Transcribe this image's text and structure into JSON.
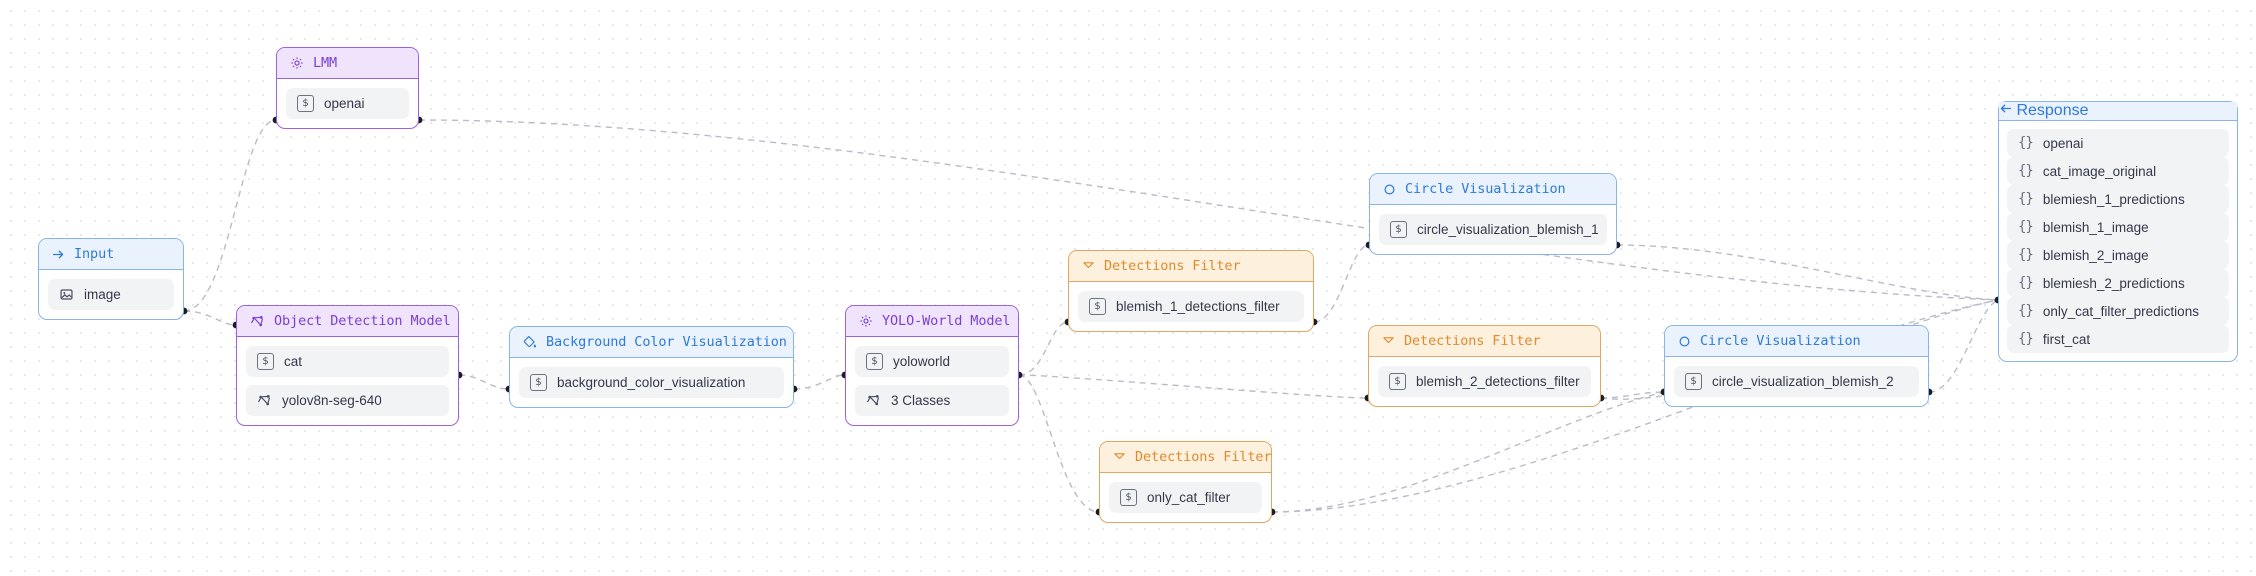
{
  "canvas": {
    "title": "workflow-builder-canvas"
  },
  "nodes": [
    {
      "id": "input",
      "title": "Input",
      "icon": "arrow-right-icon",
      "color": "blue",
      "rows": [
        {
          "label": "image",
          "icon": "image-icon"
        }
      ]
    },
    {
      "id": "lmm",
      "title": "LMM",
      "icon": "gear-icon",
      "color": "purple",
      "rows": [
        {
          "label": "openai",
          "icon": "value-badge-icon"
        }
      ]
    },
    {
      "id": "object_detection",
      "title": "Object Detection Model",
      "icon": "model-graph-icon",
      "color": "purple",
      "rows": [
        {
          "label": "cat",
          "icon": "value-badge-icon"
        },
        {
          "label": "yolov8n-seg-640",
          "icon": "model-graph-icon"
        }
      ]
    },
    {
      "id": "background_color",
      "title": "Background Color Visualization",
      "icon": "paint-icon",
      "color": "blue",
      "rows": [
        {
          "label": "background_color_visualization",
          "icon": "value-badge-icon"
        }
      ]
    },
    {
      "id": "yolo_world",
      "title": "YOLO-World Model",
      "icon": "gear-icon",
      "color": "purple",
      "rows": [
        {
          "label": "yoloworld",
          "icon": "value-badge-icon"
        },
        {
          "label": "3 Classes",
          "icon": "model-graph-icon"
        }
      ]
    },
    {
      "id": "filter_blemish_1",
      "title": "Detections Filter",
      "icon": "funnel-icon",
      "color": "orange",
      "rows": [
        {
          "label": "blemish_1_detections_filter",
          "icon": "value-badge-icon"
        }
      ]
    },
    {
      "id": "circle_blemish_1",
      "title": "Circle Visualization",
      "icon": "circle-icon",
      "color": "blue",
      "rows": [
        {
          "label": "circle_visualization_blemish_1",
          "icon": "value-badge-icon"
        }
      ]
    },
    {
      "id": "filter_blemish_2",
      "title": "Detections Filter",
      "icon": "funnel-icon",
      "color": "orange",
      "rows": [
        {
          "label": "blemish_2_detections_filter",
          "icon": "value-badge-icon"
        }
      ]
    },
    {
      "id": "circle_blemish_2",
      "title": "Circle Visualization",
      "icon": "circle-icon",
      "color": "blue",
      "rows": [
        {
          "label": "circle_visualization_blemish_2",
          "icon": "value-badge-icon"
        }
      ]
    },
    {
      "id": "filter_only_cat",
      "title": "Detections Filter",
      "icon": "funnel-icon",
      "color": "orange",
      "rows": [
        {
          "label": "only_cat_filter",
          "icon": "value-badge-icon"
        }
      ]
    }
  ],
  "response": {
    "title": "Response",
    "icon": "arrow-left-icon",
    "outputs": [
      {
        "label": "openai"
      },
      {
        "label": "cat_image_original"
      },
      {
        "label": "blemiesh_1_predictions"
      },
      {
        "label": "blemish_1_image"
      },
      {
        "label": "blemish_2_image"
      },
      {
        "label": "blemiesh_2_predictions"
      },
      {
        "label": "only_cat_filter_predictions"
      },
      {
        "label": "first_cat"
      }
    ]
  },
  "colors": {
    "blue": "#2f7ad6",
    "purple": "#7b3fd4",
    "orange": "#e08a2e",
    "edge": "#b9bcc6",
    "row_bg": "#f2f3f5"
  }
}
